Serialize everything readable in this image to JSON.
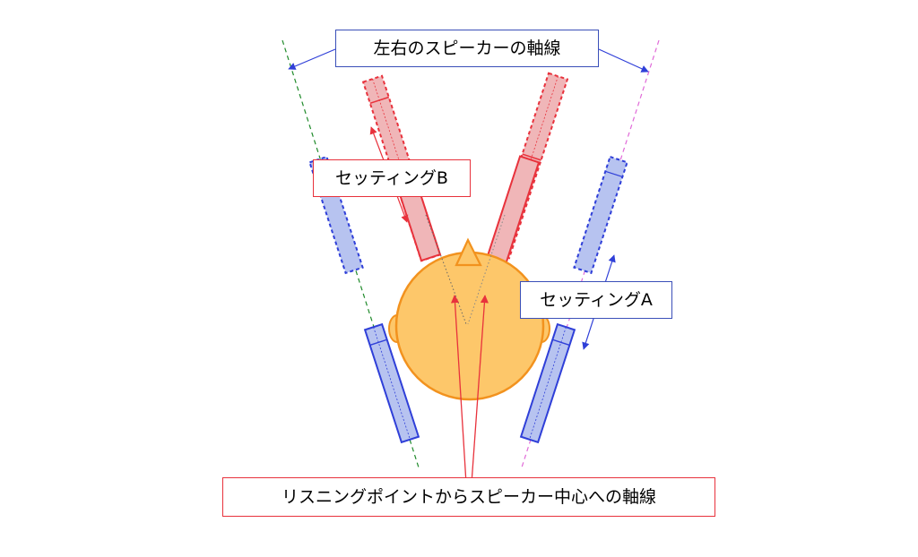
{
  "labels": {
    "speaker_axes": "左右のスピーカーの軸線",
    "setting_b": "セッティングB",
    "setting_a": "セッティングA",
    "listening_axes": "リスニングポイントからスピーカー中心への軸線"
  },
  "colors": {
    "head_fill": "#fdc76a",
    "head_stroke": "#f2921e",
    "red": "#e8323c",
    "red_fill": "#f0b6b8",
    "blue": "#2f3fd8",
    "blue_fill": "#b7c3f0",
    "left_axis": "#1f8a2a",
    "right_axis": "#e06ad8"
  }
}
